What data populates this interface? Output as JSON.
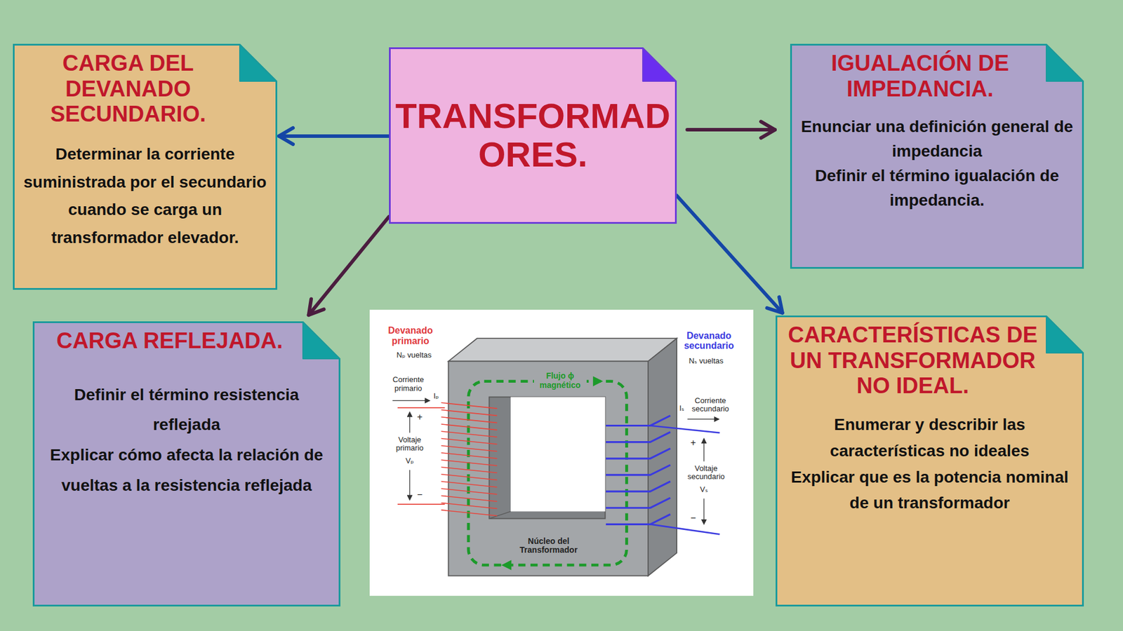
{
  "diagram": {
    "nodes": [
      {
        "text": [
          "TRANSFORMADORES."
        ]
      },
      {
        "text": [
          "CARGA DEL DEVANADO SECUNDARIO.",
          "Determinar la corriente suministrada por el secundario cuando se carga un transformador elevador."
        ]
      },
      {
        "text": [
          "IGUALACIÓN DE IMPEDANCIA.",
          "Enunciar una definición general de impedancia",
          "Definir el término igualación de impedancia."
        ]
      },
      {
        "text": [
          "CARGA REFLEJADA.",
          "Definir el término resistencia reflejada",
          "Explicar cómo afecta la relación de vueltas a la resistencia reflejada"
        ]
      },
      {
        "text": [
          "CARACTERÍSTICAS DE UN TRANSFORMADOR NO IDEAL.",
          "Enumerar y describir las características no ideales",
          "Explicar que es la potencia nominal de un transformador"
        ]
      }
    ],
    "edges": [
      {
        "from": 0,
        "to": 1,
        "arrow": "to"
      },
      {
        "from": 0,
        "to": 2,
        "arrow": "to"
      },
      {
        "from": 0,
        "to": 3,
        "arrow": "to"
      },
      {
        "from": 0,
        "to": 4,
        "arrow": "to"
      }
    ],
    "labels": [
      "Devanado primario",
      "Nₚ vueltas",
      "Corriente primario",
      "Iₚ",
      "+",
      "Voltaje primario",
      "Vₚ",
      "−",
      "Devanado secundario",
      "Nₛ vueltas",
      "Corriente secundario",
      "Iₛ",
      "+",
      "Voltaje secundario",
      "Vₛ",
      "−",
      "Flujo ϕ magnético",
      "Núcleo del Transformador"
    ]
  }
}
